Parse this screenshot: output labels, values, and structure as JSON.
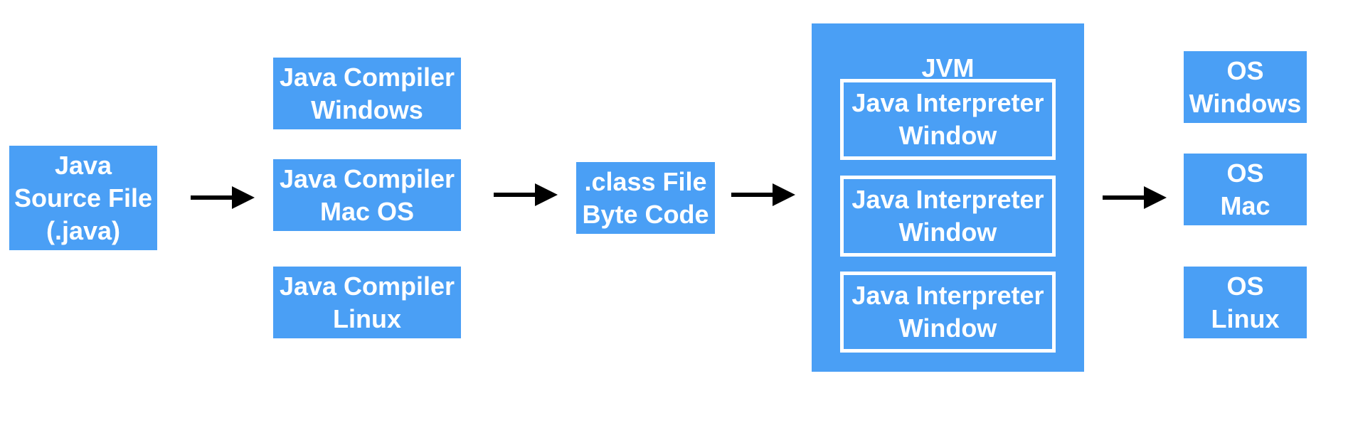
{
  "colors": {
    "box_fill": "#4a9ff5",
    "box_text": "#ffffff",
    "arrow": "#000000"
  },
  "source": {
    "line1": "Java",
    "line2": "Source File",
    "line3": "(.java)"
  },
  "compilers": [
    {
      "line1": "Java Compiler",
      "line2": "Windows"
    },
    {
      "line1": "Java Compiler",
      "line2": "Mac OS"
    },
    {
      "line1": "Java Compiler",
      "line2": "Linux"
    }
  ],
  "bytecode": {
    "line1": ".class File",
    "line2": "Byte Code"
  },
  "jvm": {
    "title": "JVM",
    "interpreters": [
      {
        "line1": "Java Interpreter",
        "line2": "Window"
      },
      {
        "line1": "Java Interpreter",
        "line2": "Window"
      },
      {
        "line1": "Java Interpreter",
        "line2": "Window"
      }
    ]
  },
  "os": [
    {
      "line1": "OS",
      "line2": "Windows"
    },
    {
      "line1": "OS",
      "line2": "Mac"
    },
    {
      "line1": "OS",
      "line2": "Linux"
    }
  ]
}
